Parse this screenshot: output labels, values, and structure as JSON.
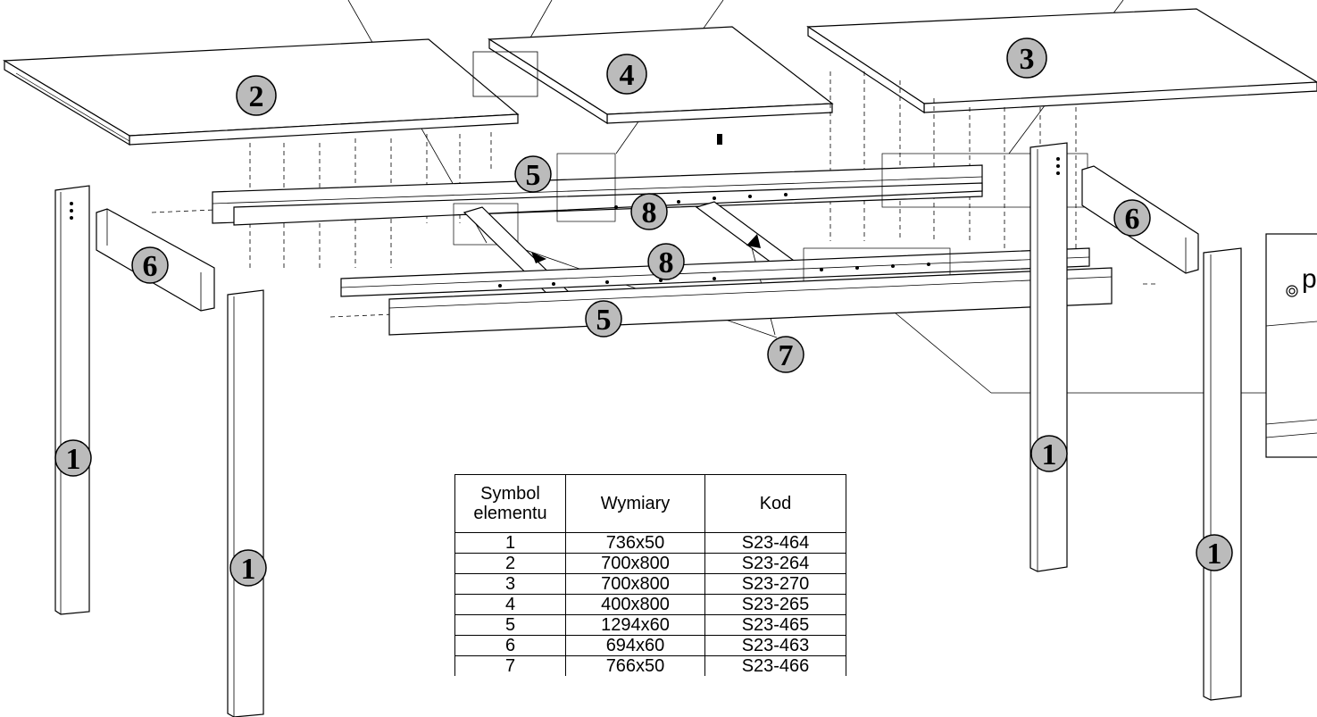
{
  "labels": {
    "leg": "1",
    "top_left": "2",
    "top_right": "3",
    "top_middle": "4",
    "rail_long": "5",
    "rail_short": "6",
    "crossbar": "7",
    "slide": "8"
  },
  "detail_text": "p",
  "table": {
    "headers": [
      "Symbol elementu",
      "Wymiary",
      "Kod"
    ],
    "rows": [
      [
        "1",
        "736x50",
        "S23-464"
      ],
      [
        "2",
        "700x800",
        "S23-264"
      ],
      [
        "3",
        "700x800",
        "S23-270"
      ],
      [
        "4",
        "400x800",
        "S23-265"
      ],
      [
        "5",
        "1294x60",
        "S23-465"
      ],
      [
        "6",
        "694x60",
        "S23-463"
      ],
      [
        "7",
        "766x50",
        "S23-466"
      ]
    ]
  }
}
